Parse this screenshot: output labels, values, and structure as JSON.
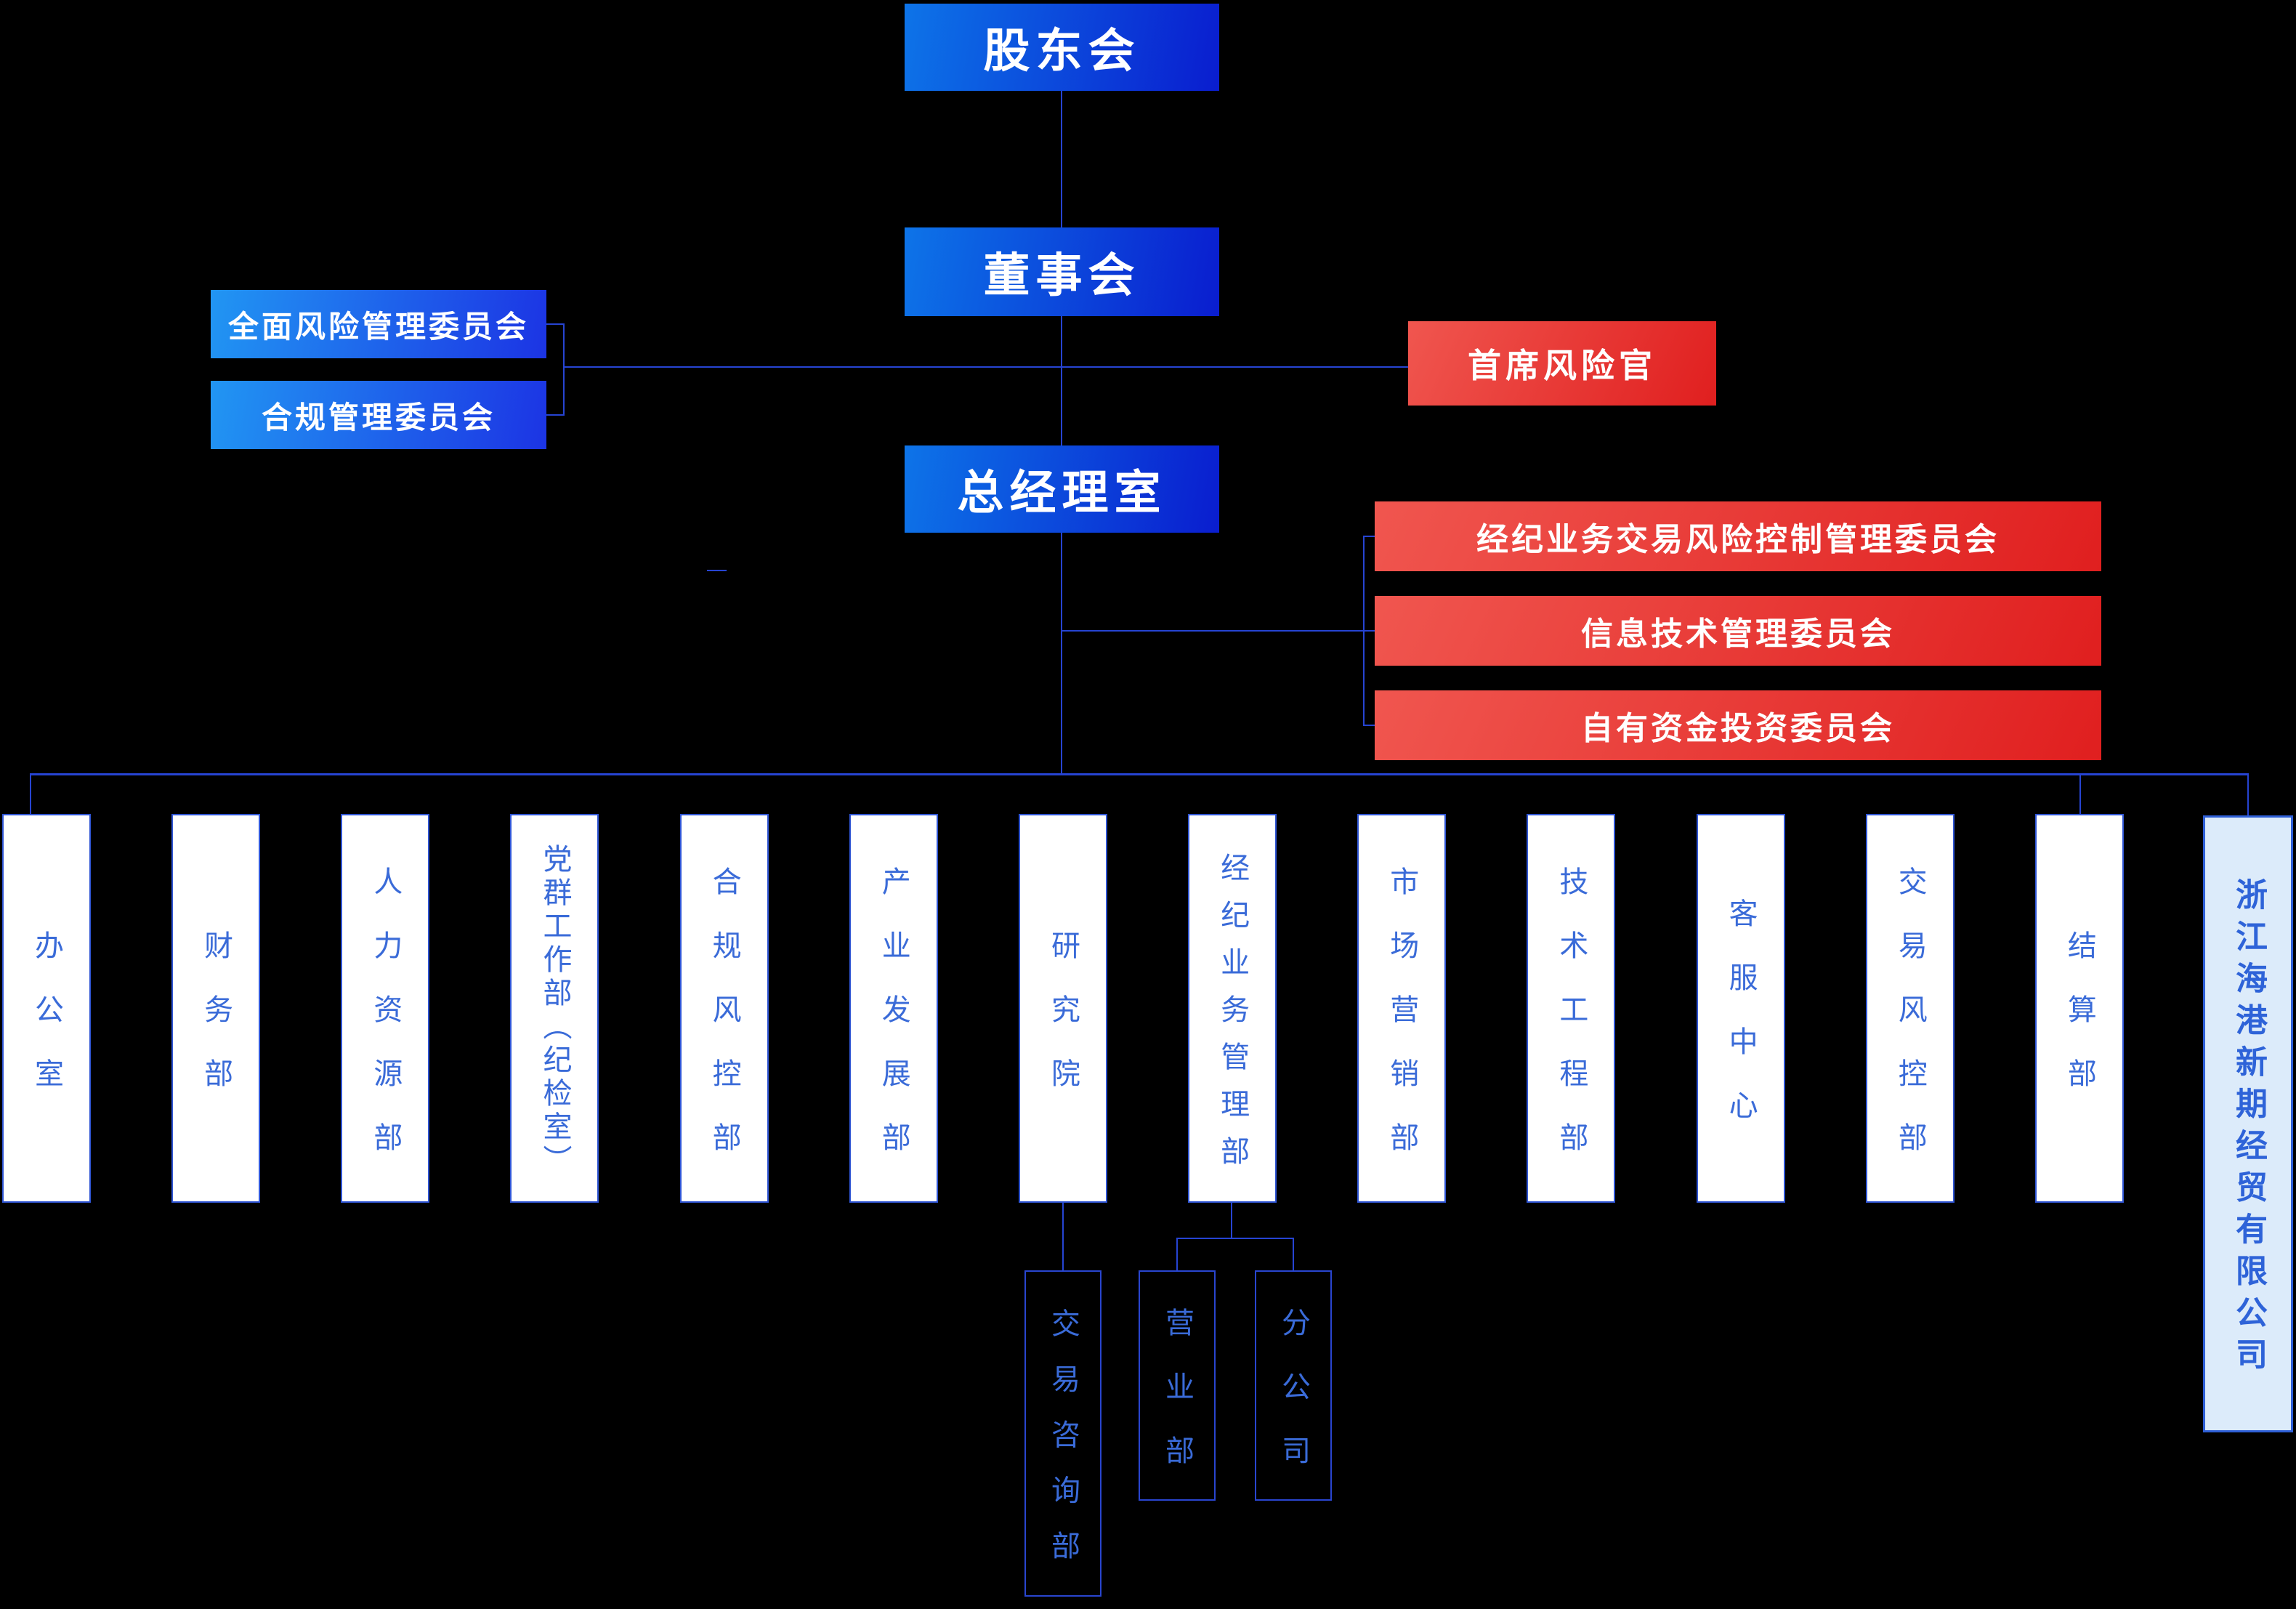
{
  "governance": {
    "shareholders": "股东会",
    "board": "董事会",
    "gm_office": "总经理室"
  },
  "board_committees": [
    "全面风险管理委员会",
    "合规管理委员会"
  ],
  "chief_risk_officer": "首席风险官",
  "gm_committees": [
    "经纪业务交易风险控制管理委员会",
    "信息技术管理委员会",
    "自有资金投资委员会"
  ],
  "departments": [
    "办公室",
    "财务部",
    "人力资源部",
    "党群工作部（纪检室）",
    "合规风控部",
    "产业发展部",
    "研究院",
    "经纪业务管理部",
    "市场营销部",
    "技术工程部",
    "客服中心",
    "交易风控部",
    "结算部"
  ],
  "subsidiary": "浙江海港新期经贸有限公司",
  "research_children": [
    "交易咨询部"
  ],
  "brokerage_children": [
    "营业部",
    "分公司"
  ],
  "colors": {
    "background": "#000000",
    "primary_box_gradient_start": "#0d74e8",
    "primary_box_gradient_end": "#0a1dcf",
    "committee_box_gradient_start": "#2196f3",
    "committee_box_gradient_end": "#1c34e4",
    "red_box_gradient_start": "#f0564f",
    "red_box_gradient_end": "#e01f1f",
    "department_text": "#3a6bd8",
    "department_border": "#2f55d4",
    "connector_line": "#2644d2",
    "subsidiary_fill": "#dcebfa",
    "subsidiary_border": "#2e5fd6",
    "subsidiary_text": "#2e63d8"
  }
}
